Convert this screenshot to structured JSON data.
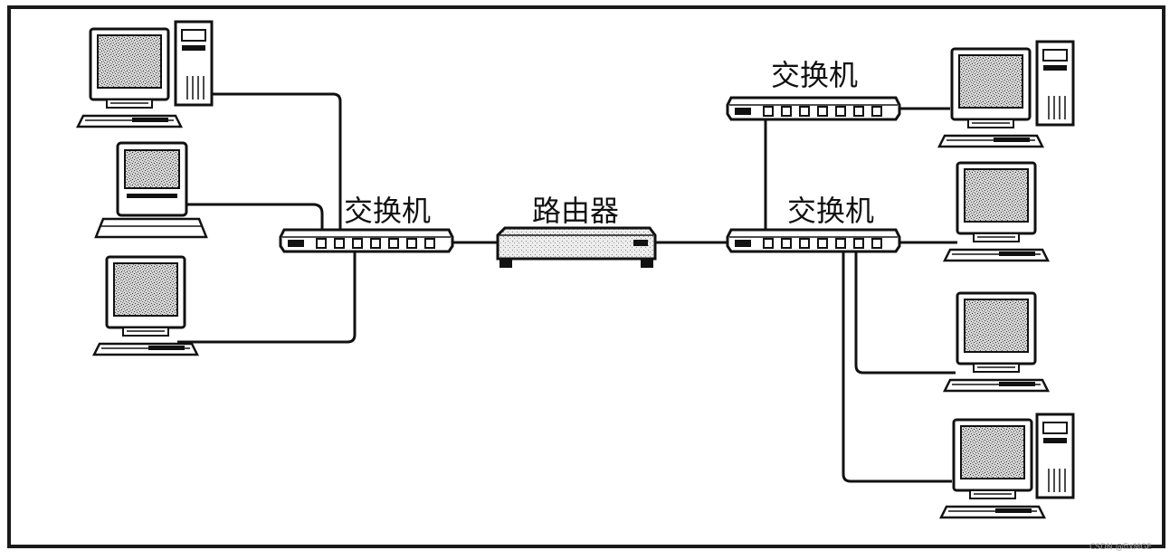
{
  "labels": {
    "switch_left": "交换机",
    "router": "路由器",
    "switch_right_top": "交换机",
    "switch_right_bottom": "交换机"
  },
  "watermark": "CSDN @fixMGE",
  "colors": {
    "ink": "#111111",
    "frame": "#1a1a1a",
    "screen_noise": "#8c8c8c",
    "router_body": "#e4e4e4"
  },
  "icons": {
    "pc": "desktop-computer-icon",
    "switch": "network-switch-icon",
    "router": "router-icon"
  }
}
